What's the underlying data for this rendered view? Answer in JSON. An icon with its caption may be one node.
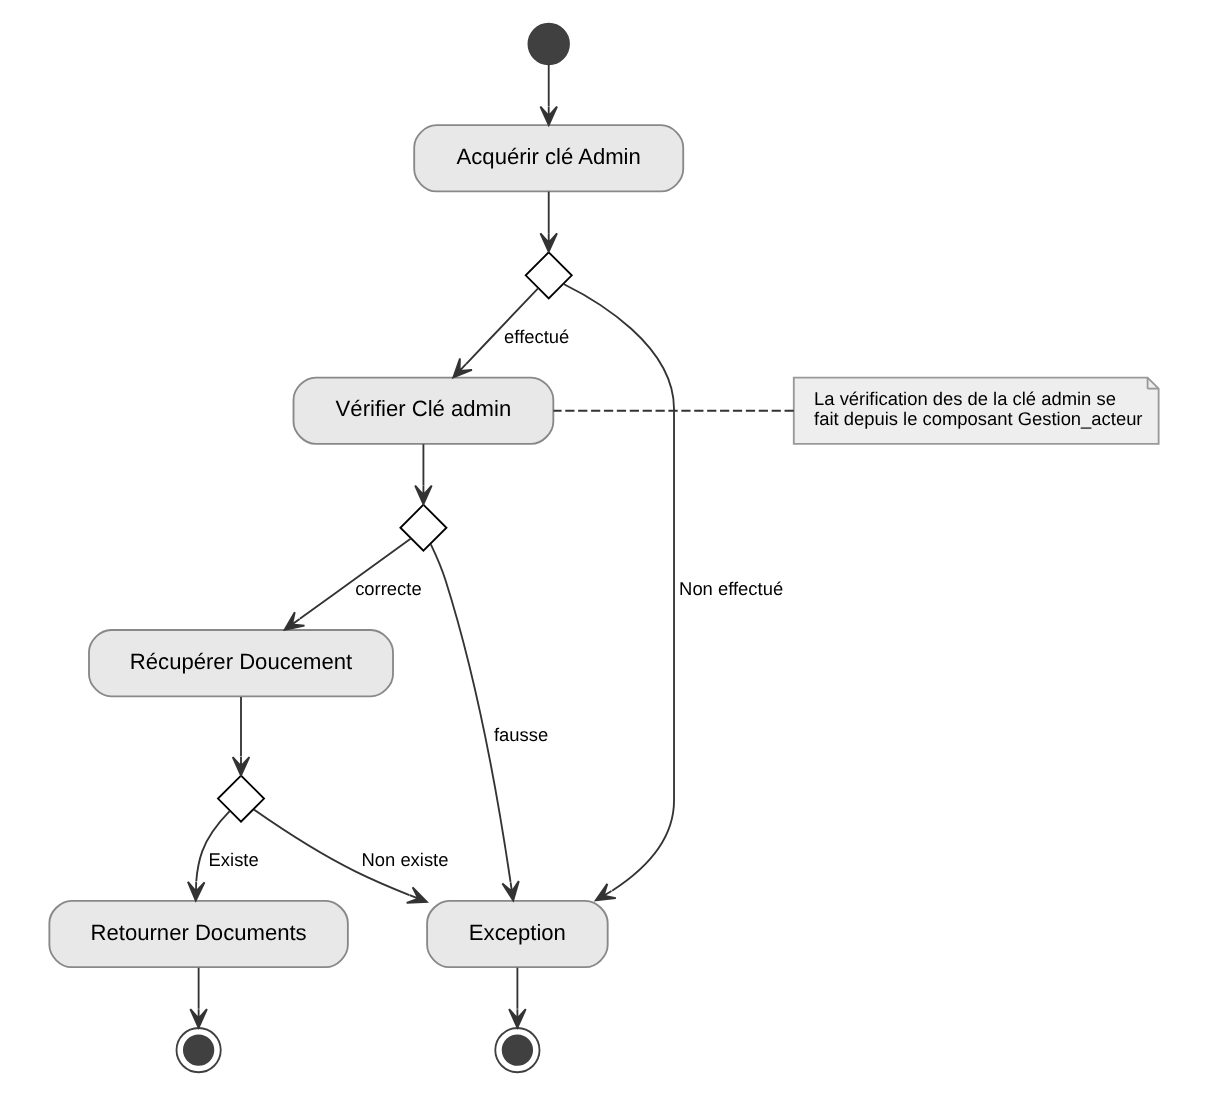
{
  "diagram": {
    "nodes": [
      {
        "text": [],
        "shape": "circle"
      },
      {
        "text": [
          "Acquérir clé Admin"
        ]
      },
      {
        "text": [],
        "shape": "diamond"
      },
      {
        "text": [
          "Vérifier Clé admin"
        ]
      },
      {
        "text": [
          "La vérification des de la clé admin se fait depuis le composant Gestion_acteur"
        ]
      },
      {
        "text": [],
        "shape": "diamond"
      },
      {
        "text": [
          "Récupérer Doucement"
        ]
      },
      {
        "text": [],
        "shape": "diamond"
      },
      {
        "text": [
          "Retourner Documents"
        ]
      },
      {
        "text": [
          "Exception"
        ]
      },
      {
        "text": [],
        "shape": "circle"
      },
      {
        "text": [],
        "shape": "circle"
      }
    ],
    "edges": [
      {
        "from": 0,
        "to": 1,
        "arrow": "to"
      },
      {
        "from": 1,
        "to": 2,
        "arrow": "to"
      },
      {
        "from": 2,
        "to": 3,
        "arrow": "to",
        "label": "effectué"
      },
      {
        "from": 2,
        "to": 9,
        "arrow": "to",
        "label": "Non effectué"
      },
      {
        "from": 4,
        "to": 3,
        "arrow": "none",
        "style": "dashed"
      },
      {
        "from": 3,
        "to": 5,
        "arrow": "to"
      },
      {
        "from": 5,
        "to": 6,
        "arrow": "to",
        "label": "correcte"
      },
      {
        "from": 5,
        "to": 9,
        "arrow": "to",
        "label": "fausse"
      },
      {
        "from": 6,
        "to": 7,
        "arrow": "to"
      },
      {
        "from": 7,
        "to": 8,
        "arrow": "to",
        "label": "Existe"
      },
      {
        "from": 7,
        "to": 9,
        "arrow": "to",
        "label": "Non existe"
      },
      {
        "from": 8,
        "to": 10,
        "arrow": "to"
      },
      {
        "from": 9,
        "to": 11,
        "arrow": "to"
      }
    ]
  }
}
